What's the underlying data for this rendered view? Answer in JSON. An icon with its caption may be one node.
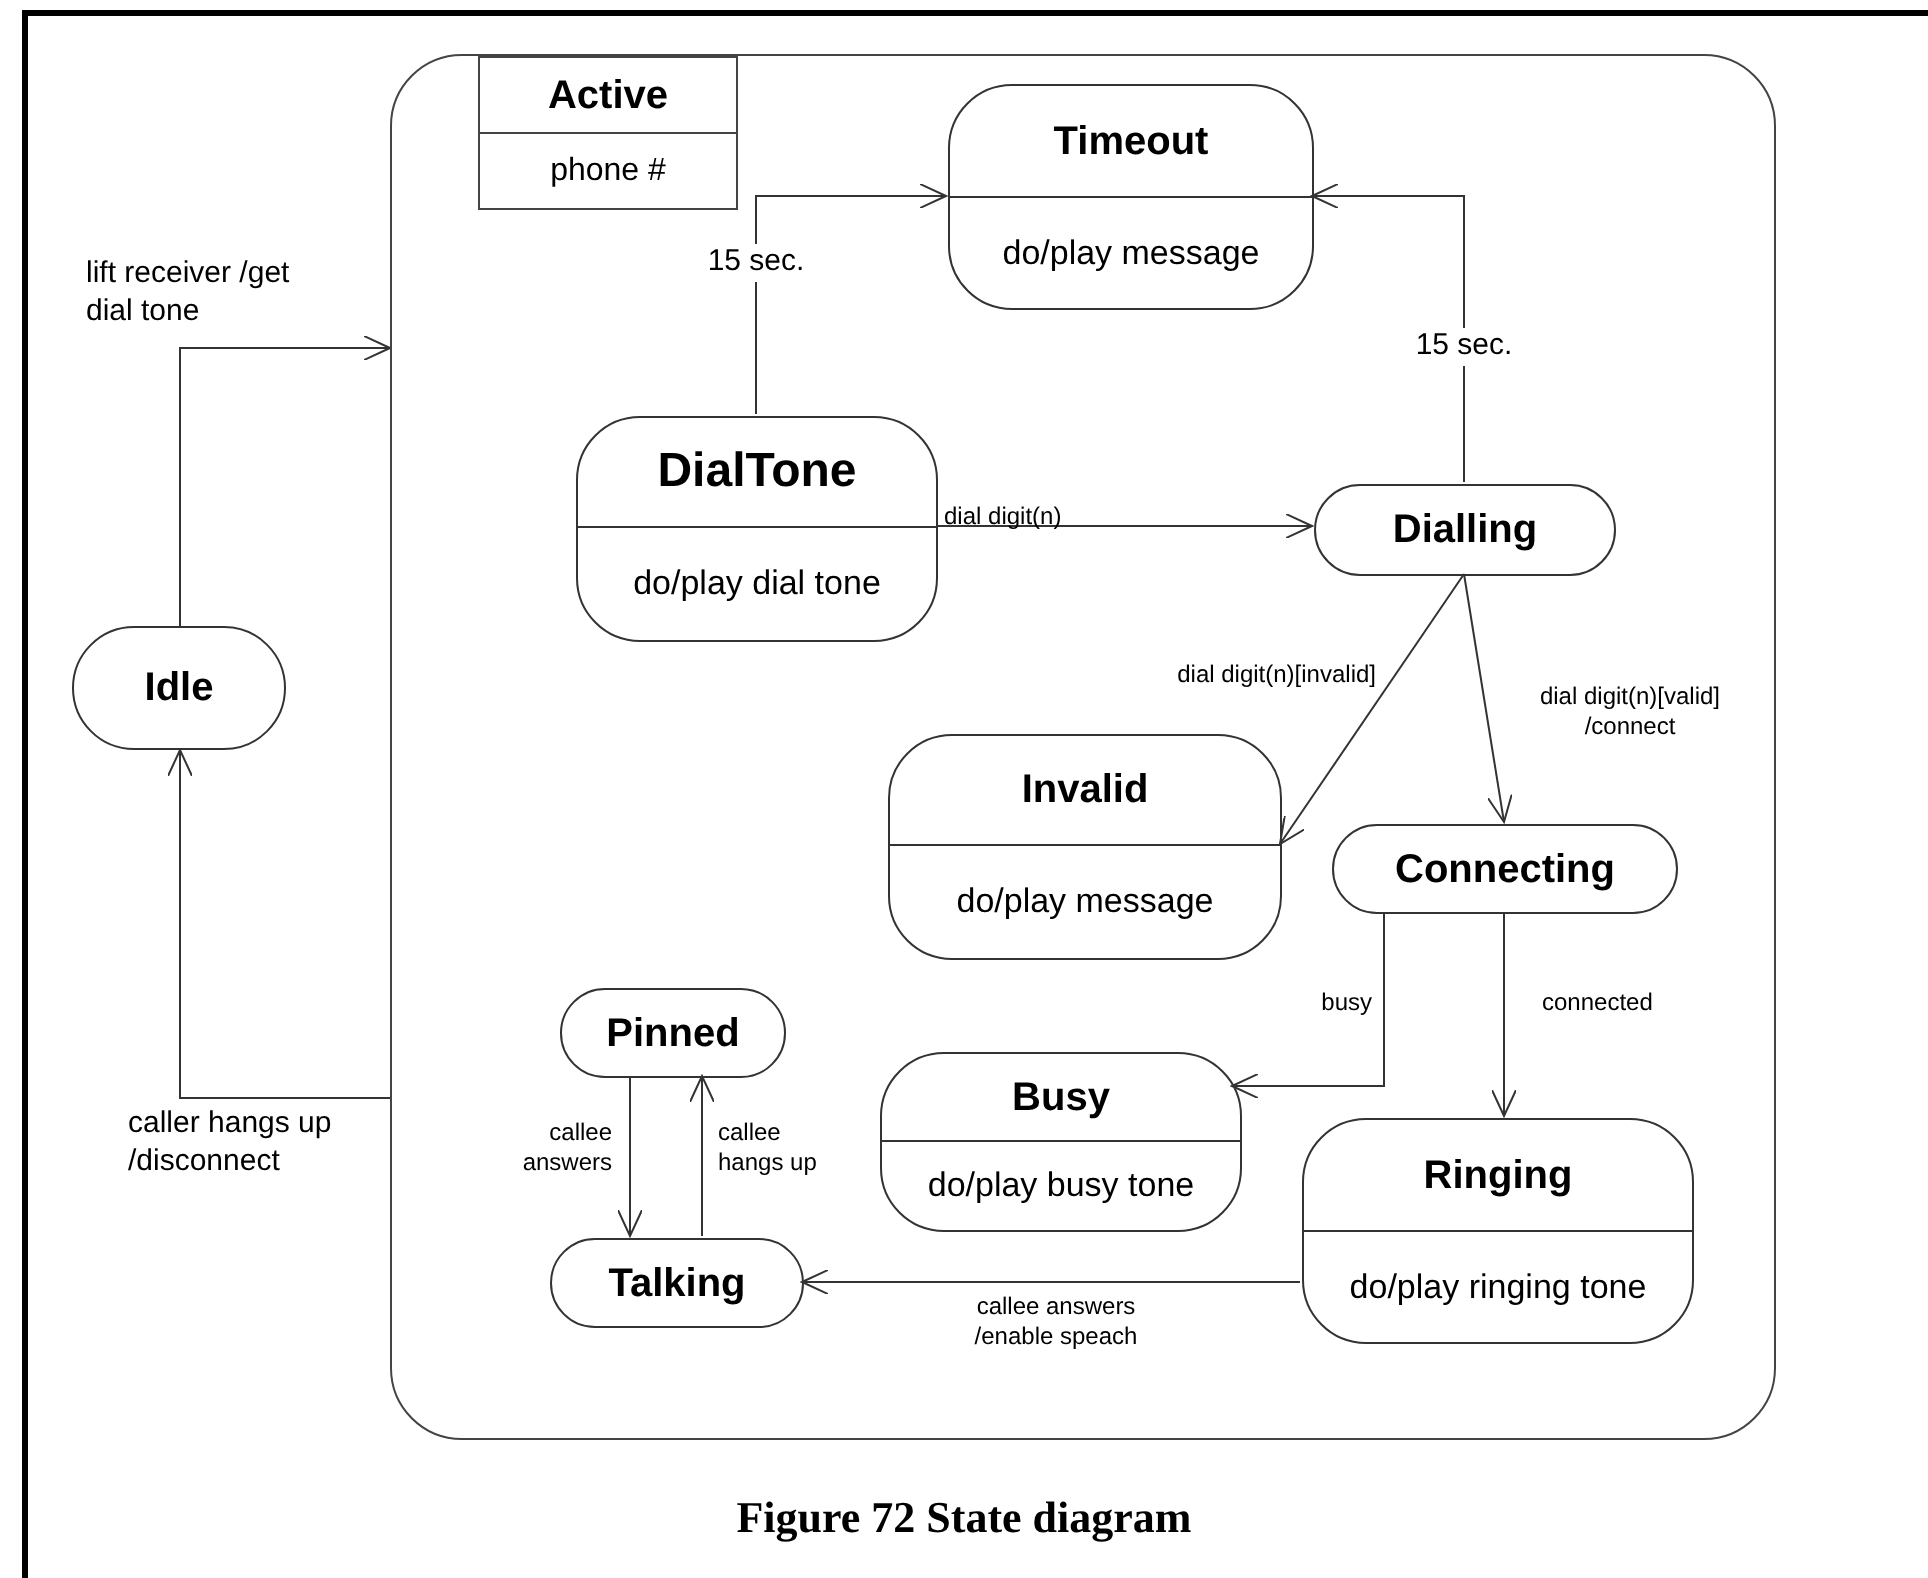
{
  "diagram": {
    "caption": "Figure 72 State diagram",
    "nodes": [
      {
        "text": [
          "Active",
          "phone #"
        ]
      },
      {
        "text": [
          "Idle"
        ]
      },
      {
        "text": [
          "Timeout",
          "do/play message"
        ],
        "in": 0
      },
      {
        "text": [
          "DialTone",
          "do/play dial tone"
        ],
        "in": 0
      },
      {
        "text": [
          "Dialling"
        ],
        "in": 0
      },
      {
        "text": [
          "Invalid",
          "do/play message"
        ],
        "in": 0
      },
      {
        "text": [
          "Connecting"
        ],
        "in": 0
      },
      {
        "text": [
          "Pinned"
        ],
        "in": 0
      },
      {
        "text": [
          "Busy",
          "do/play busy tone"
        ],
        "in": 0
      },
      {
        "text": [
          "Talking"
        ],
        "in": 0
      },
      {
        "text": [
          "Ringing",
          "do/play ringing tone"
        ],
        "in": 0
      }
    ],
    "edges": [
      {
        "from": 1,
        "to": 0,
        "arrow": "to",
        "label": "lift receiver /get dial tone"
      },
      {
        "from": 0,
        "to": 1,
        "arrow": "to",
        "label": "caller hangs up /disconnect"
      },
      {
        "from": 3,
        "to": 2,
        "arrow": "to",
        "label": "15 sec."
      },
      {
        "from": 4,
        "to": 2,
        "arrow": "to",
        "label": "15 sec."
      },
      {
        "from": 3,
        "to": 4,
        "arrow": "to",
        "label": "dial digit(n)"
      },
      {
        "from": 4,
        "to": 5,
        "arrow": "to",
        "label": "dial digit(n)[invalid]"
      },
      {
        "from": 4,
        "to": 6,
        "arrow": "to",
        "label": "dial digit(n)[valid] /connect"
      },
      {
        "from": 6,
        "to": 8,
        "arrow": "to",
        "label": "busy"
      },
      {
        "from": 6,
        "to": 10,
        "arrow": "to",
        "label": "connected"
      },
      {
        "from": 10,
        "to": 9,
        "arrow": "to",
        "label": "callee answers /enable speach"
      },
      {
        "from": 7,
        "to": 9,
        "arrow": "to",
        "label": "callee answers"
      },
      {
        "from": 9,
        "to": 7,
        "arrow": "to",
        "label": "callee hangs up"
      }
    ]
  }
}
